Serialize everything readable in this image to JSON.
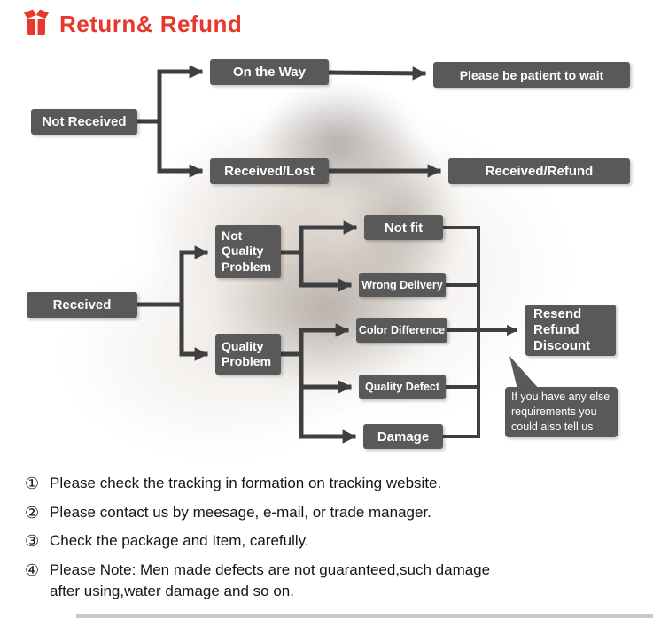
{
  "header": {
    "title": "Return& Refund",
    "icon": "package-icon"
  },
  "colors": {
    "accent": "#e8382d",
    "box": "#595959",
    "arrow": "#3f3f3f"
  },
  "flow": {
    "not_received": "Not Received",
    "on_the_way": "On the Way",
    "be_patient": "Please be patient to wait",
    "received_lost": "Received/Lost",
    "received_refund": "Received/Refund",
    "received": "Received",
    "not_quality_problem": "Not\nQuality\nProblem",
    "quality_problem": "Quality\nProblem",
    "not_fit": "Not fit",
    "wrong_delivery": "Wrong Delivery",
    "color_difference": "Color Difference",
    "quality_defect": "Quality Defect",
    "damage": "Damage",
    "resolution": "Resend\nRefund\nDiscount",
    "bubble": "If you have any else\nrequirements you\ncould also tell us"
  },
  "notes": [
    {
      "num": "①",
      "text": "Please check the tracking in formation on tracking website."
    },
    {
      "num": "②",
      "text": "Please contact us by meesage, e-mail, or trade manager."
    },
    {
      "num": "③",
      "text": "Check the package and Item, carefully."
    },
    {
      "num": "④",
      "text": "Please Note: Men made defects  are not guaranteed,such damage\nafter using,water damage and so on."
    }
  ]
}
